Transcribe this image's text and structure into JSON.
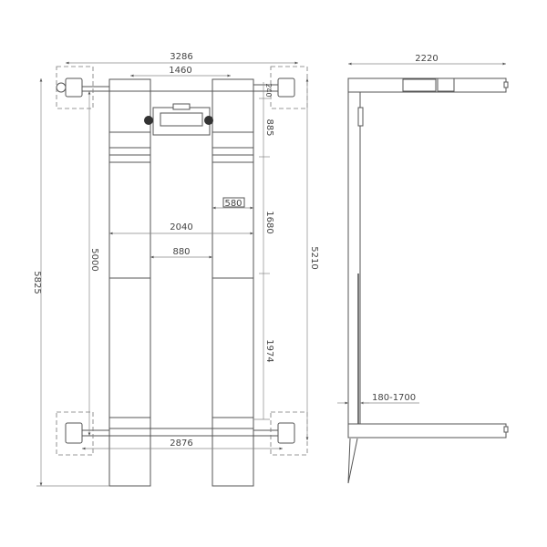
{
  "plan_view": {
    "dims": {
      "overall_width": "3286",
      "runway_outer_top": "1460",
      "post_offset": "240",
      "dim_885": "885",
      "dim_1680": "1680",
      "dim_1974": "1974",
      "runway_span": "2040",
      "inner_gap": "880",
      "runway_width": "580",
      "runway_length": "5000",
      "post_spacing_length": "5210",
      "overall_length": "5825",
      "post_inner_width": "2876"
    }
  },
  "side_view": {
    "dims": {
      "overall_width": "2220",
      "lift_height": "180-1700"
    }
  },
  "colors": {
    "line": "#555555",
    "background": "#ffffff"
  }
}
